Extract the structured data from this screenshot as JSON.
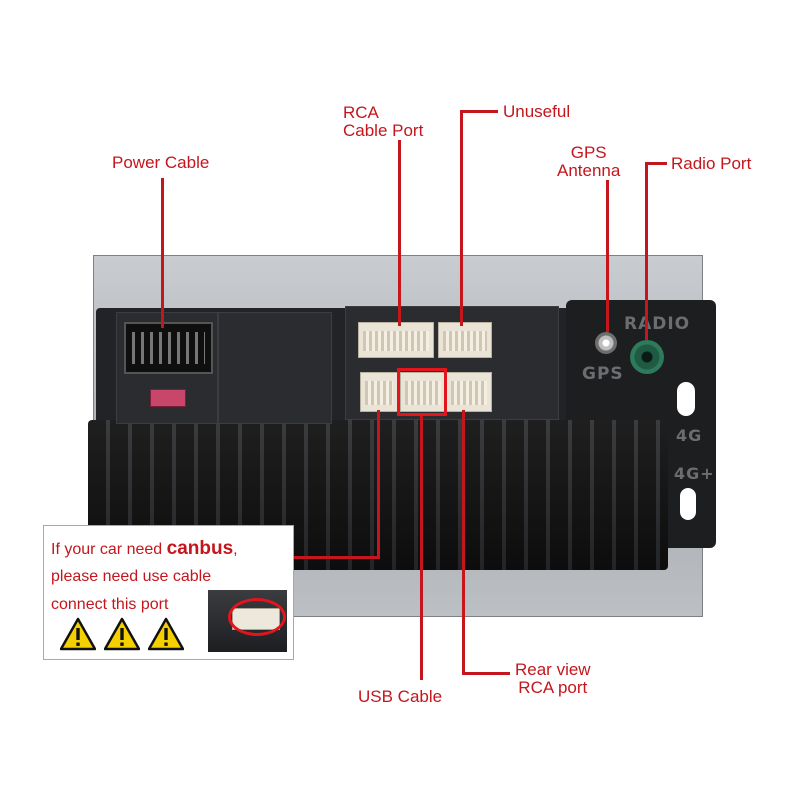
{
  "labels": {
    "power_cable": "Power Cable",
    "rca_line1": "RCA",
    "rca_line2": "Cable Port",
    "unuseful": "Unuseful",
    "gps_line1": "GPS",
    "gps_line2": "Antenna",
    "radio_port": "Radio Port",
    "usb_cable": "USB Cable",
    "rear_line1": "Rear view",
    "rear_line2": "RCA port"
  },
  "device_markings": {
    "radio": "RADIO",
    "gps": "GPS",
    "four_g": "4G",
    "four_g_plus": "4G+"
  },
  "callout": {
    "line1_prefix": "If your car need ",
    "line1_bold": "canbus",
    "line1_suffix": ",",
    "line2": "please need use cable",
    "line3": "connect this port"
  },
  "icons": [
    "warning-triangle-icon",
    "warning-triangle-icon",
    "warning-triangle-icon"
  ],
  "colors": {
    "annotation_red": "#c4161c",
    "highlight_red": "#e2141c",
    "callout_border": "#7fb3d9"
  }
}
